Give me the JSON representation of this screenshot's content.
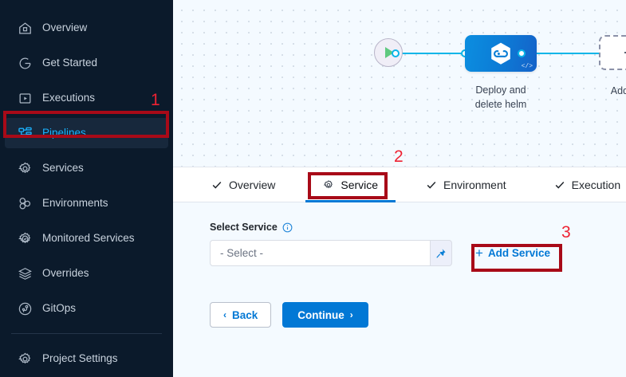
{
  "sidebar": {
    "items": [
      {
        "label": "Overview",
        "icon": "home-icon",
        "active": false
      },
      {
        "label": "Get Started",
        "icon": "get-started-icon",
        "active": false
      },
      {
        "label": "Executions",
        "icon": "executions-icon",
        "active": false
      },
      {
        "label": "Pipelines",
        "icon": "pipelines-icon",
        "active": true
      },
      {
        "label": "Services",
        "icon": "gear-icon",
        "active": false
      },
      {
        "label": "Environments",
        "icon": "environments-icon",
        "active": false
      },
      {
        "label": "Monitored Services",
        "icon": "gear-check-icon",
        "active": false
      },
      {
        "label": "Overrides",
        "icon": "layers-icon",
        "active": false
      },
      {
        "label": "GitOps",
        "icon": "gitops-icon",
        "active": false
      }
    ],
    "footer": {
      "label": "Project Settings",
      "icon": "gear-icon"
    },
    "active_text_color": "#1ab3ff",
    "active_bg_color": "#17283c",
    "bg_color": "#0b1a2b"
  },
  "canvas": {
    "start_node": {
      "name": "start-node",
      "icon": "play-icon"
    },
    "end_node": {
      "name": "end-node",
      "icon": "stop-icon"
    },
    "stage": {
      "caption_line1": "Deploy and",
      "caption_line2": "delete helm",
      "icon": "harness-hexagon-icon",
      "badge": "</>",
      "color": "#0b8ee0"
    },
    "add_stage": {
      "label": "Add Stage",
      "icon": "plus-icon"
    },
    "edge_color": "#0ab5e8"
  },
  "tabs": [
    {
      "label": "Overview",
      "icon": "check-icon",
      "active": false
    },
    {
      "label": "Service",
      "icon": "gear-icon",
      "active": true
    },
    {
      "label": "Environment",
      "icon": "check-icon",
      "active": false
    },
    {
      "label": "Execution",
      "icon": "check-icon",
      "active": false
    }
  ],
  "form": {
    "select_service_label": "Select Service",
    "info_icon": "info-icon",
    "select_value": "- Select -",
    "pin_icon": "pin-icon",
    "add_service_label": "Add Service",
    "add_service_plus": "+",
    "back_label": "Back",
    "back_chevron": "‹",
    "continue_label": "Continue",
    "continue_chevron": "›"
  },
  "annotations": [
    {
      "number": "1",
      "target": "pipelines-sidebar-item"
    },
    {
      "number": "2",
      "target": "service-tab"
    },
    {
      "number": "3",
      "target": "add-service-button"
    }
  ],
  "accent_color": "#0278d5",
  "annotation_color": "#a80a18"
}
